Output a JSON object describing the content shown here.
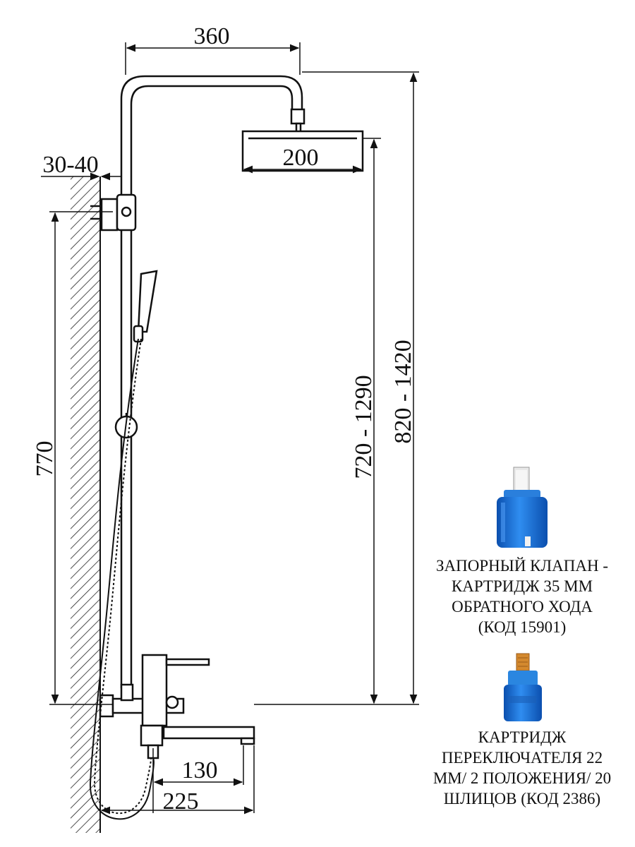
{
  "dimensions": {
    "arm_length": "360",
    "head_width": "200",
    "wall_offset": "30-40",
    "mount_height": "770",
    "head_height_range": "720 - 1290",
    "total_height_range": "820 - 1420",
    "spout_reach": "130",
    "spout_total": "225"
  },
  "cartridges": [
    {
      "caption": "ЗАПОРНЫЙ КЛАПАН -\nКАРТРИДЖ 35 ММ\nОБРАТНОГО ХОДА\n(КОД 15901)",
      "color": "#1e73d8"
    },
    {
      "caption": "КАРТРИДЖ\nПЕРЕКЛЮЧАТЕЛЯ 22\nММ/ 2 ПОЛОЖЕНИЯ/ 20\nШЛИЦОВ (КОД 2386)",
      "color": "#2a86e0"
    }
  ],
  "colors": {
    "line": "#111111",
    "hatch": "#222222",
    "brass": "#d4892e"
  }
}
